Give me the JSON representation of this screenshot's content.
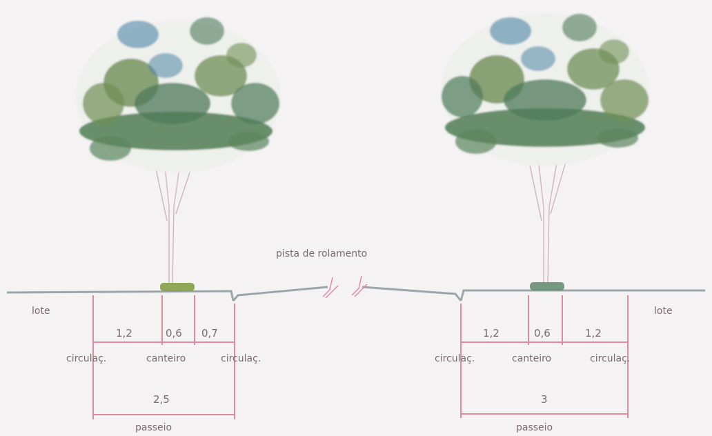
{
  "road_label": "pista de rolamento",
  "left": {
    "lote": "lote",
    "dims": [
      "1,2",
      "0,6",
      "0,7"
    ],
    "sub_labels": [
      "circulaç.",
      "canteiro",
      "circulaç."
    ],
    "total": "2,5",
    "total_label": "passeio"
  },
  "right": {
    "lote": "lote",
    "dims": [
      "1,2",
      "0,6",
      "1,2"
    ],
    "sub_labels": [
      "circulaç.",
      "canteiro",
      "circulaç."
    ],
    "total": "3",
    "total_label": "passeio"
  },
  "colors": {
    "dimension": "#e08aa0",
    "ground": "#9aa7a8",
    "foliage_dark": "#4d7a5a",
    "foliage_mid": "#6f8f56",
    "foliage_blue": "#4f86a8",
    "trunk": "#c9aab3",
    "planter": "#7c9a3a"
  }
}
